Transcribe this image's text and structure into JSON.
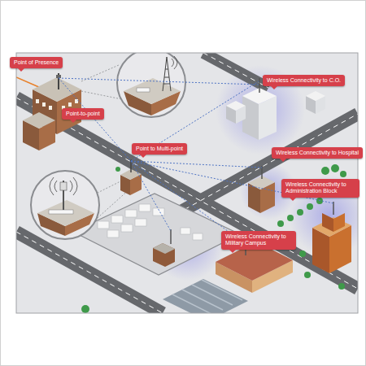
{
  "diagram": {
    "nodes": [
      {
        "text": [
          "Point of Presence"
        ]
      },
      {
        "text": [
          "Point-to-point"
        ]
      },
      {
        "text": [
          "Wireless Connectivity to C.O."
        ]
      },
      {
        "text": [
          "Point to Multi-point"
        ]
      },
      {
        "text": [
          "Wireless Connectivity to Hospital"
        ]
      },
      {
        "text": [
          "Wireless Connectivity to Administration Block"
        ]
      },
      {
        "text": [
          "Wireless Connectivity to Military Campus"
        ]
      }
    ]
  }
}
